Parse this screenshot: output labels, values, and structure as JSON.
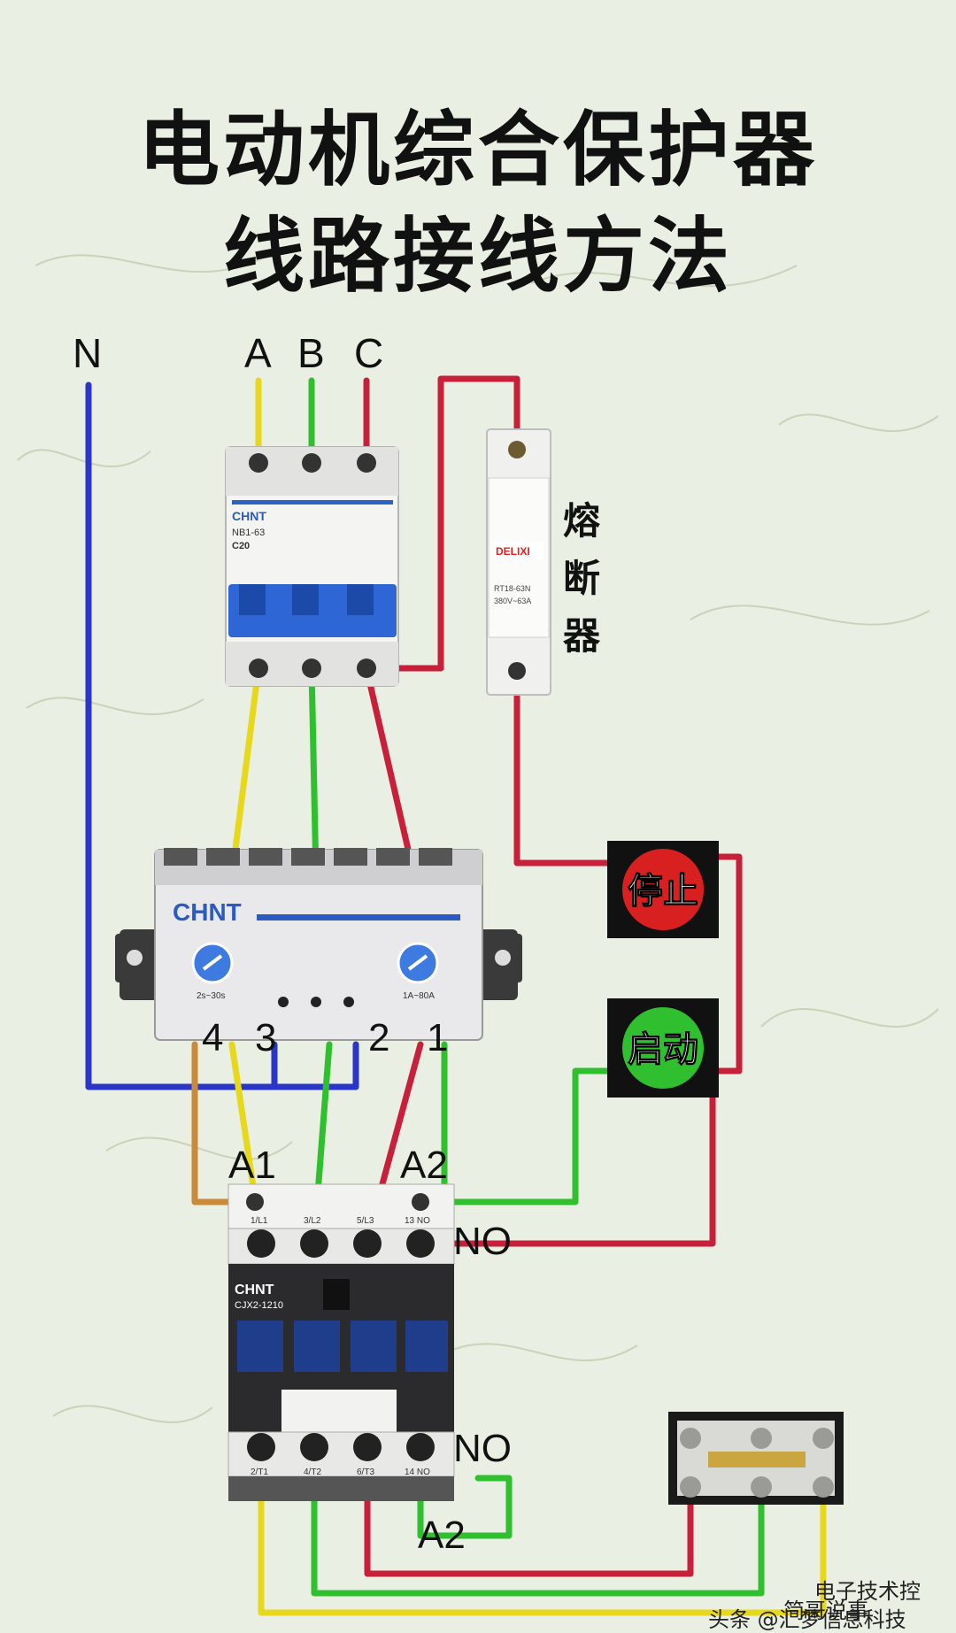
{
  "title": {
    "line1": "电动机综合保护器",
    "line2": "线路接线方法"
  },
  "phases": {
    "n": "N",
    "a": "A",
    "b": "B",
    "c": "C"
  },
  "fuse": {
    "label_chars": [
      "熔",
      "断",
      "器"
    ],
    "brand": "DELIXI",
    "model": "RT18-63N",
    "rating": "380V~63A"
  },
  "breaker": {
    "brand": "CHNT",
    "model": "NB1-63",
    "rating": "C20"
  },
  "protector": {
    "brand": "CHNT",
    "dial_left": "2s~30s",
    "dial_right": "1A~80A",
    "terminals": [
      "4",
      "3",
      "2",
      "1"
    ]
  },
  "buttons": {
    "stop": "停止",
    "start": "启动"
  },
  "contactor": {
    "brand": "CHNT",
    "model": "CJX2-1210",
    "coil_left": "A1",
    "coil_right": "A2",
    "top_terminals": [
      "1/L1",
      "3/L2",
      "5/L3",
      "13 NO"
    ],
    "bottom_terminals": [
      "2/T1",
      "4/T2",
      "6/T3",
      "14 NO"
    ],
    "no_top": "NO",
    "no_bottom": "NO",
    "a2_bottom": "A2"
  },
  "watermark": {
    "line1": "电子技术控",
    "line2": "简哥说事",
    "line3": "头条 @汇梦信息科技"
  },
  "colors": {
    "yellow": "#e8d81c",
    "green": "#2fbf2f",
    "red": "#c8203a",
    "blue": "#2a36c8",
    "brown": "#c98a3a"
  }
}
